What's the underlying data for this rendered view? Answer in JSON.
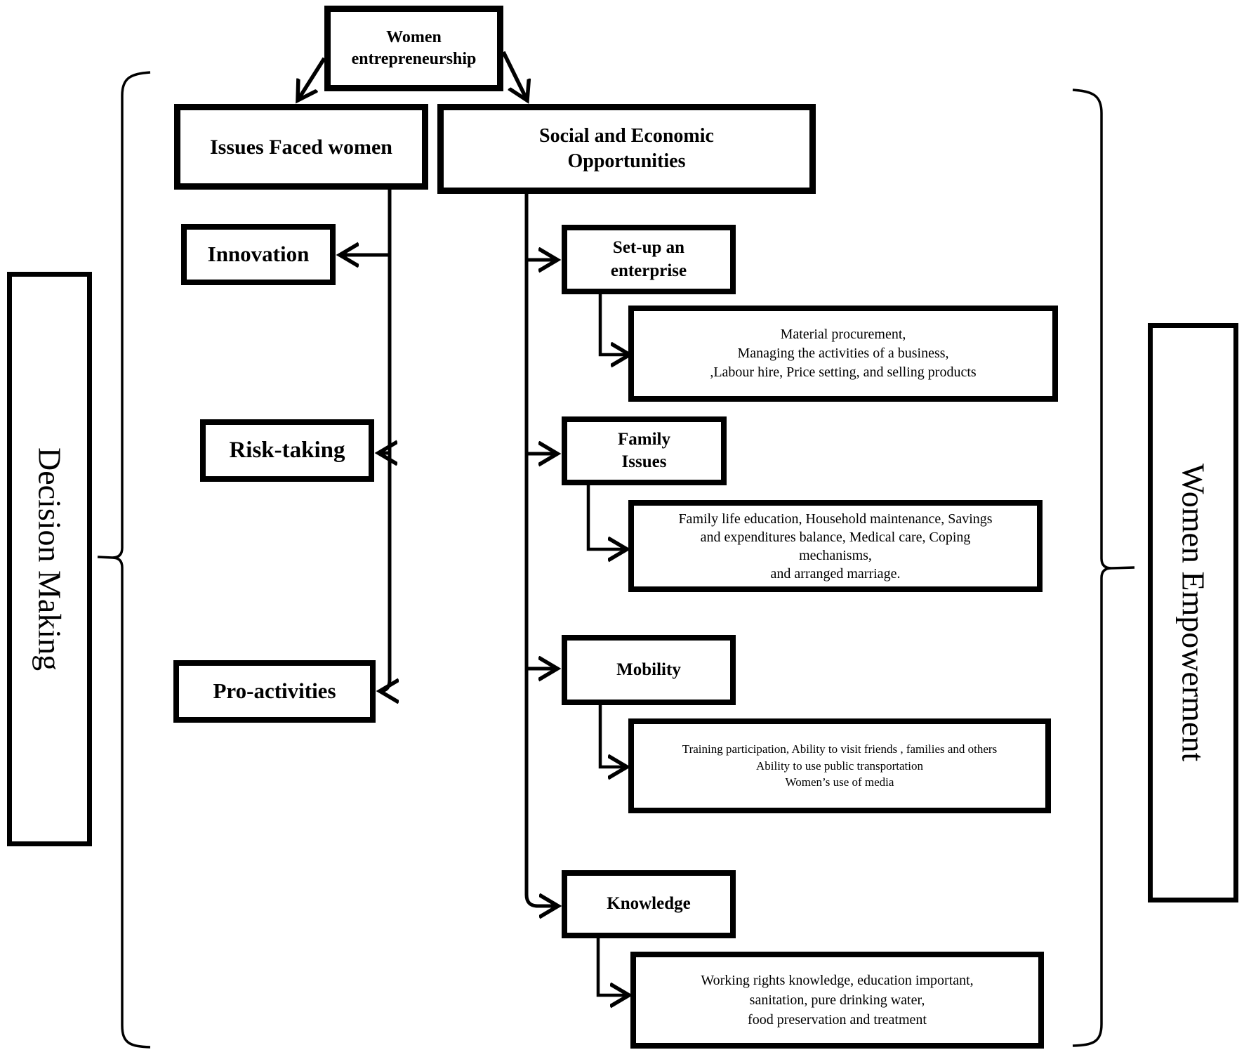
{
  "colors": {
    "ink": "#000000",
    "background": "#ffffff"
  },
  "diagram": {
    "root": {
      "label": "Women\nentrepreneurship"
    },
    "left_branch": {
      "header": {
        "label": "Issues Faced women"
      },
      "items": [
        {
          "label": "Innovation"
        },
        {
          "label": "Risk-taking"
        },
        {
          "label": "Pro-activities"
        }
      ]
    },
    "right_branch": {
      "header": {
        "label": "Social and Economic\nOpportunities"
      },
      "items": [
        {
          "label": "Set-up an\nenterprise",
          "detail": "Material procurement,\nManaging the activities of a business,\n,Labour hire, Price setting, and selling products"
        },
        {
          "label": "Family\nIssues",
          "detail": "Family life education, Household maintenance, Savings\nand expenditures balance,  Medical care, Coping\nmechanisms,\nand arranged marriage."
        },
        {
          "label": "Mobility",
          "detail": "Training participation, Ability to visit friends , families and others\nAbility to use public transportation\nWomen’s use of media"
        },
        {
          "label": "Knowledge",
          "detail": "Working rights knowledge, education important,\nsanitation, pure drinking water,\nfood preservation and treatment"
        }
      ]
    },
    "side_left": {
      "label": "Decision Making"
    },
    "side_right": {
      "label": "Women Empowerment"
    }
  }
}
